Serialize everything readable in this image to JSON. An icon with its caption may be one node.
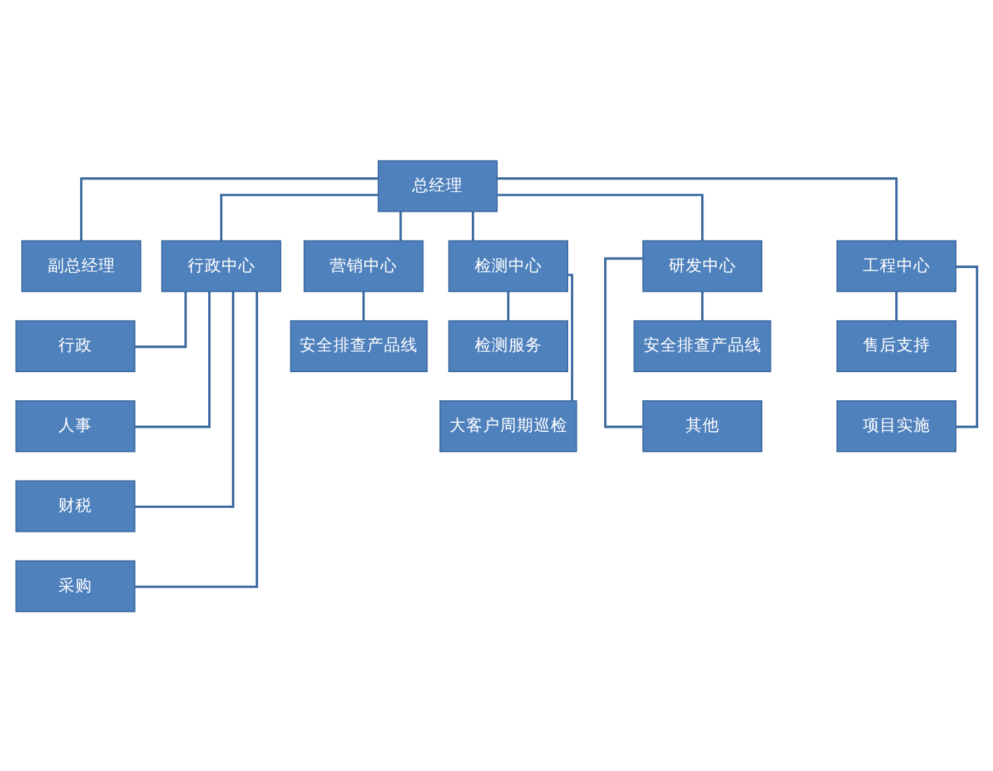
{
  "diagram": {
    "nodes": [
      {
        "text": [
          "总经理"
        ]
      },
      {
        "text": [
          "副总经理"
        ]
      },
      {
        "text": [
          "行政中心"
        ]
      },
      {
        "text": [
          "营销中心"
        ]
      },
      {
        "text": [
          "检测中心"
        ]
      },
      {
        "text": [
          "研发中心"
        ]
      },
      {
        "text": [
          "工程中心"
        ]
      },
      {
        "text": [
          "行政"
        ]
      },
      {
        "text": [
          "人事"
        ]
      },
      {
        "text": [
          "财税"
        ]
      },
      {
        "text": [
          "采购"
        ]
      },
      {
        "text": [
          "安全排查产品线"
        ]
      },
      {
        "text": [
          "检测服务"
        ]
      },
      {
        "text": [
          "大客户周期巡检"
        ]
      },
      {
        "text": [
          "安全排查产品线"
        ]
      },
      {
        "text": [
          "其他"
        ]
      },
      {
        "text": [
          "售后支持"
        ]
      },
      {
        "text": [
          "项目实施"
        ]
      }
    ],
    "edges": [
      {
        "from": 0,
        "to": 1,
        "arrow": "none"
      },
      {
        "from": 0,
        "to": 2,
        "arrow": "none"
      },
      {
        "from": 0,
        "to": 3,
        "arrow": "none"
      },
      {
        "from": 0,
        "to": 4,
        "arrow": "none"
      },
      {
        "from": 0,
        "to": 5,
        "arrow": "none"
      },
      {
        "from": 0,
        "to": 6,
        "arrow": "none"
      },
      {
        "from": 2,
        "to": 7,
        "arrow": "none"
      },
      {
        "from": 2,
        "to": 8,
        "arrow": "none"
      },
      {
        "from": 2,
        "to": 9,
        "arrow": "none"
      },
      {
        "from": 2,
        "to": 10,
        "arrow": "none"
      },
      {
        "from": 3,
        "to": 11,
        "arrow": "none"
      },
      {
        "from": 4,
        "to": 12,
        "arrow": "none"
      },
      {
        "from": 4,
        "to": 13,
        "arrow": "none"
      },
      {
        "from": 5,
        "to": 14,
        "arrow": "none"
      },
      {
        "from": 5,
        "to": 15,
        "arrow": "none"
      },
      {
        "from": 6,
        "to": 16,
        "arrow": "none"
      },
      {
        "from": 6,
        "to": 17,
        "arrow": "none"
      }
    ]
  }
}
